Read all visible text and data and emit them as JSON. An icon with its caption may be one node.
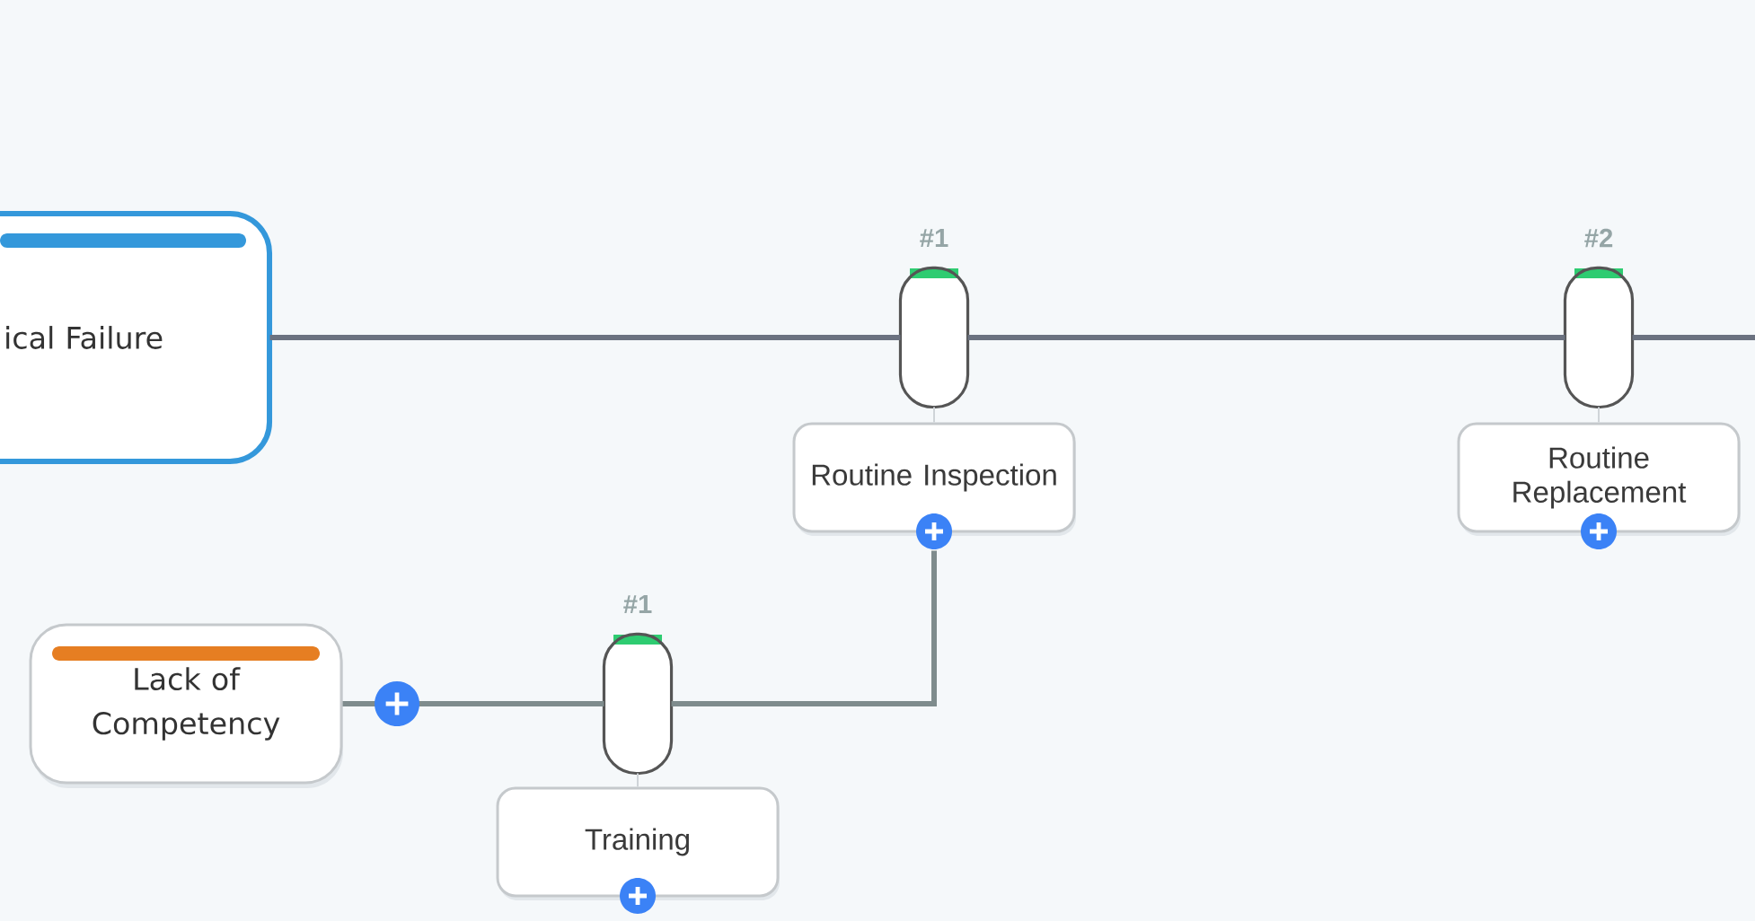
{
  "diagram": {
    "nodes": [
      {
        "text": [
          "ical Failure"
        ]
      },
      {
        "text": [],
        "shape": "pill",
        "beside": [
          "#1"
        ]
      },
      {
        "text": [
          "Routine Inspection"
        ]
      },
      {
        "text": [],
        "shape": "pill",
        "beside": [
          "#2"
        ]
      },
      {
        "text": [
          "Routine Replacement"
        ]
      },
      {
        "text": [
          "Lack of Competency"
        ]
      },
      {
        "text": [],
        "shape": "pill",
        "beside": [
          "#1"
        ]
      },
      {
        "text": [
          "Training"
        ]
      }
    ],
    "edges": [
      {
        "from": 0,
        "to": 1,
        "arrow": "none"
      },
      {
        "from": 1,
        "to": 3,
        "arrow": "none"
      },
      {
        "from": 3,
        "to": null,
        "arrow": "none"
      },
      {
        "from": 1,
        "to": 2,
        "arrow": "none",
        "color": "#cfd4d8"
      },
      {
        "from": 3,
        "to": 4,
        "arrow": "none",
        "color": "#cfd4d8"
      },
      {
        "from": 5,
        "to": 6,
        "arrow": "none",
        "color": "#7f8c8d"
      },
      {
        "from": 6,
        "to": 2,
        "arrow": "none",
        "color": "#7f8c8d"
      },
      {
        "from": 6,
        "to": 7,
        "arrow": "none",
        "color": "#cfd4d8"
      }
    ]
  }
}
